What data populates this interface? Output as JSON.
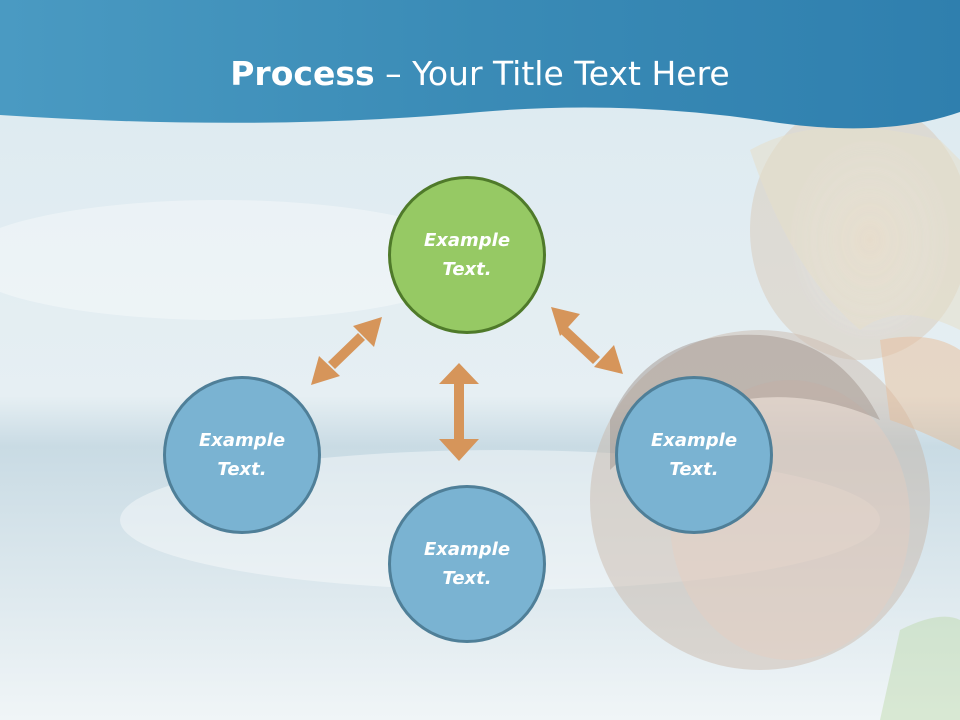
{
  "slide": {
    "title_bold": "Process",
    "title_rest": " – Your Title Text Here"
  },
  "diagram": {
    "center": {
      "line1": "Example",
      "line2": "Text."
    },
    "left": {
      "line1": "Example",
      "line2": "Text."
    },
    "bottom": {
      "line1": "Example",
      "line2": "Text."
    },
    "right": {
      "line1": "Example",
      "line2": "Text."
    }
  },
  "colors": {
    "header": "#3d8fb9",
    "center_fill": "#96c964",
    "node_fill": "#7ab3d2",
    "arrow": "#d6955a"
  }
}
